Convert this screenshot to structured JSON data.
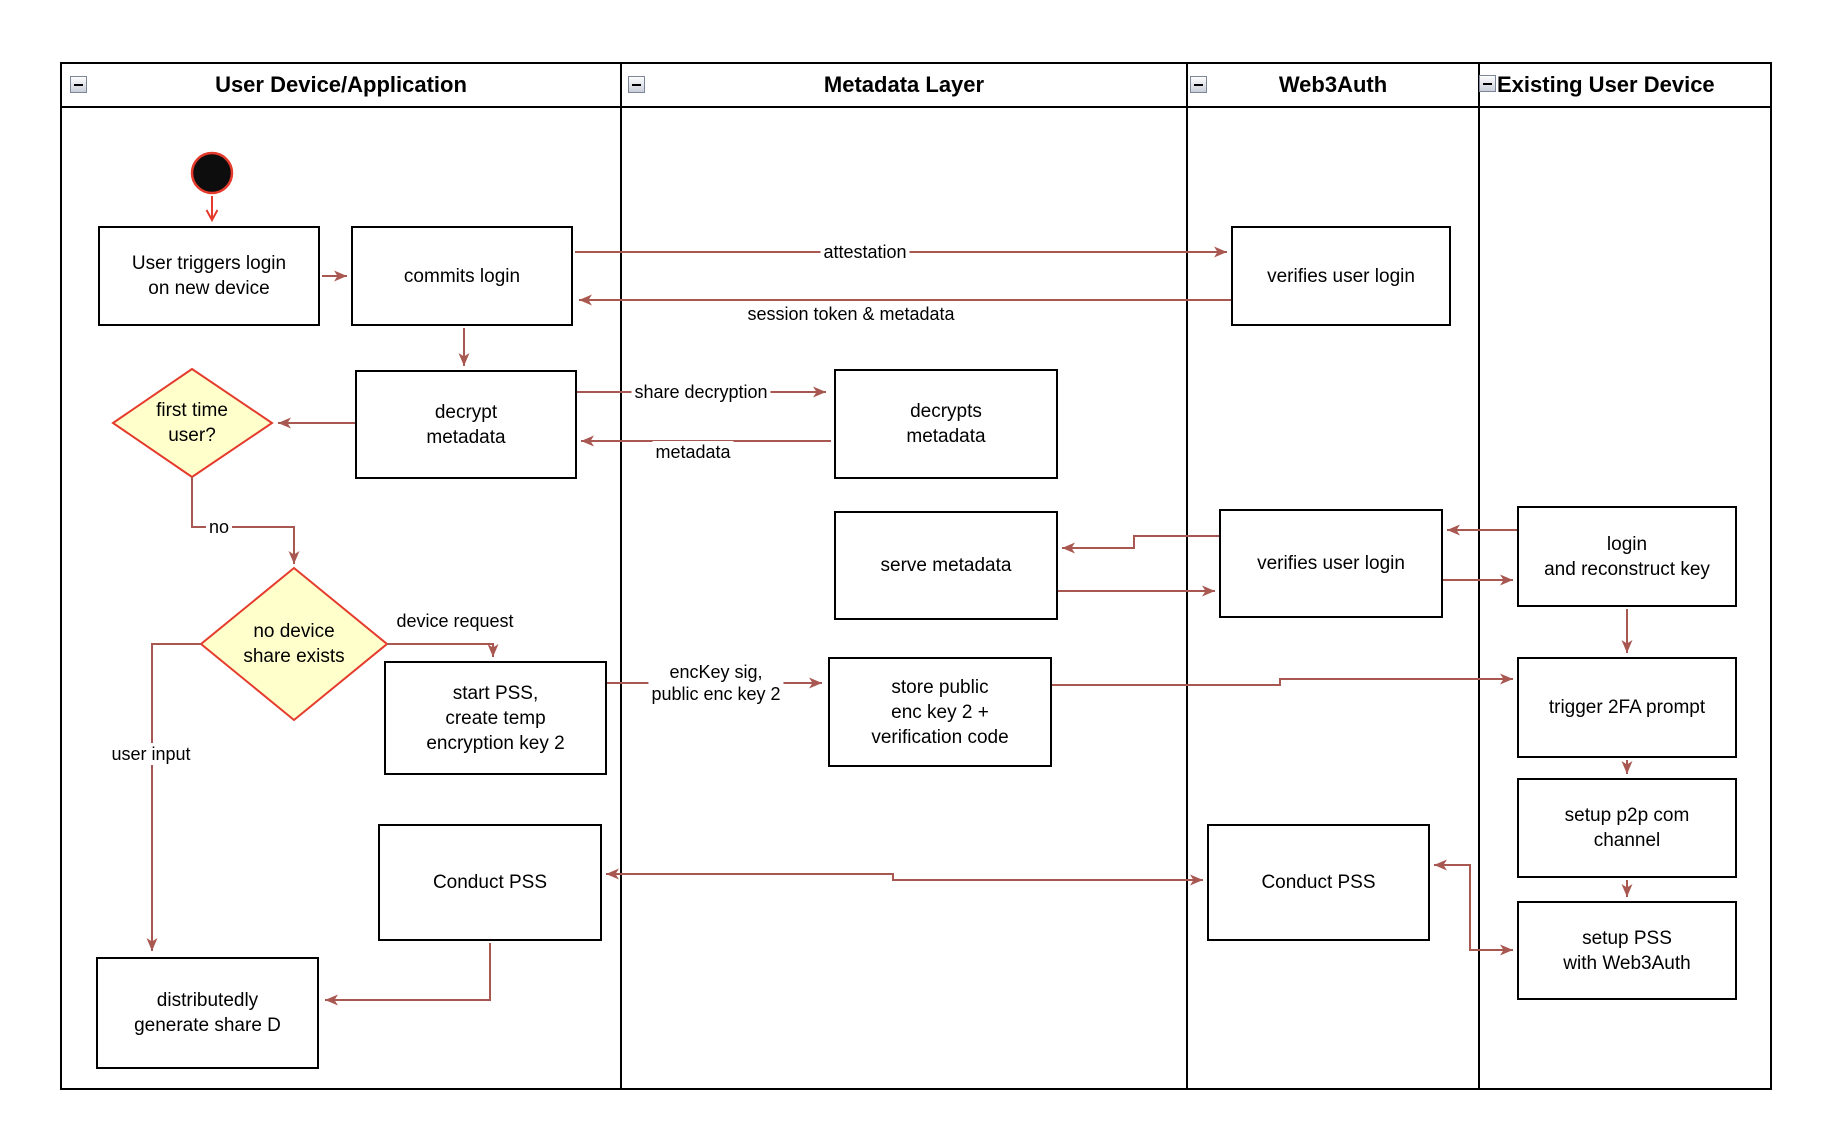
{
  "lanes": [
    {
      "title": "User Device/Application"
    },
    {
      "title": "Metadata Layer"
    },
    {
      "title": "Web3Auth"
    },
    {
      "title": "Existing User Device"
    }
  ],
  "nodes": {
    "user_triggers": "User triggers login\non new device",
    "commits_login": "commits login",
    "verifies_login_1": "verifies user login",
    "decrypt_metadata": "decrypt\nmetadata",
    "first_time_user": "first time\nuser?",
    "decrypts_metadata": "decrypts\nmetadata",
    "serve_metadata": "serve metadata",
    "verifies_login_2": "verifies user login",
    "login_reconstruct": "login\nand reconstruct key",
    "no_device_share": "no device\nshare exists",
    "start_pss": "start PSS,\ncreate temp\nencryption key 2",
    "store_public": "store public\nenc key 2 +\nverification code",
    "trigger_2fa": "trigger 2FA prompt",
    "setup_p2p": "setup p2p com\nchannel",
    "setup_pss": "setup PSS\nwith Web3Auth",
    "conduct_pss_left": "Conduct PSS",
    "conduct_pss_right": "Conduct PSS",
    "generate_share": "distributedly\ngenerate share D"
  },
  "edge_labels": {
    "attestation": "attestation",
    "session_token": "session token & metadata",
    "share_decryption": "share decryption",
    "metadata": "metadata",
    "no": "no",
    "device_request": "device request",
    "user_input": "user input",
    "enckey_sig": "encKey sig,\npublic enc key 2"
  },
  "colors": {
    "flow_arrow": "#A85850",
    "start_accent": "#E53B2C",
    "diamond_fill": "#FFFFCC",
    "node_border": "#000000",
    "lane_border": "#000000"
  }
}
